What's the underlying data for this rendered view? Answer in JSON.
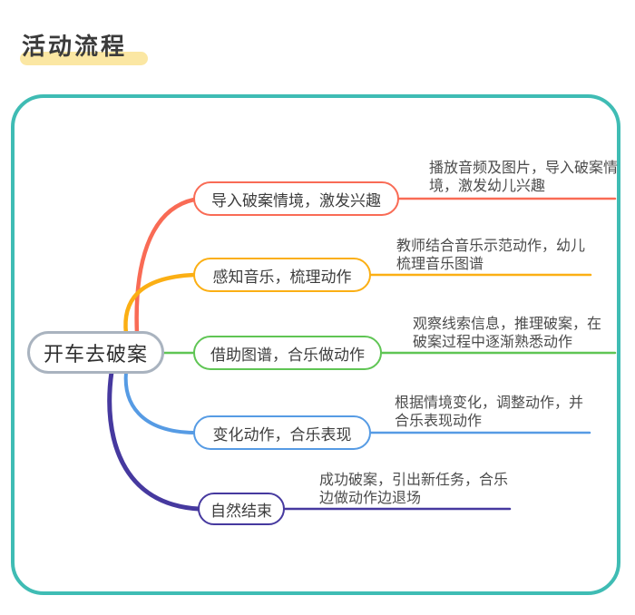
{
  "page_title": "活动流程",
  "colors": {
    "frame": "#3fbcb4",
    "title_highlight": "#fbe7a3",
    "center_border": "#a9b3bf"
  },
  "center": {
    "label": "开车去破案"
  },
  "branches": [
    {
      "label": "导入破案情境，激发兴趣",
      "detail": "播放音频及图片，导入破案情境，激发幼儿兴趣",
      "color": "#f96b55"
    },
    {
      "label": "感知音乐，梳理动作",
      "detail": "教师结合音乐示范动作，幼儿梳理音乐图谱",
      "color": "#fbaf14"
    },
    {
      "label": "借助图谱，合乐做动作",
      "detail": "观察线索信息，推理破案，在破案过程中逐渐熟悉动作",
      "color": "#5fc554"
    },
    {
      "label": "变化动作，合乐表现",
      "detail": "根据情境变化，调整动作，并合乐表现动作",
      "color": "#569be4"
    },
    {
      "label": "自然结束",
      "detail": "成功破案，引出新任务，合乐边做动作边退场",
      "color": "#46399f"
    }
  ]
}
